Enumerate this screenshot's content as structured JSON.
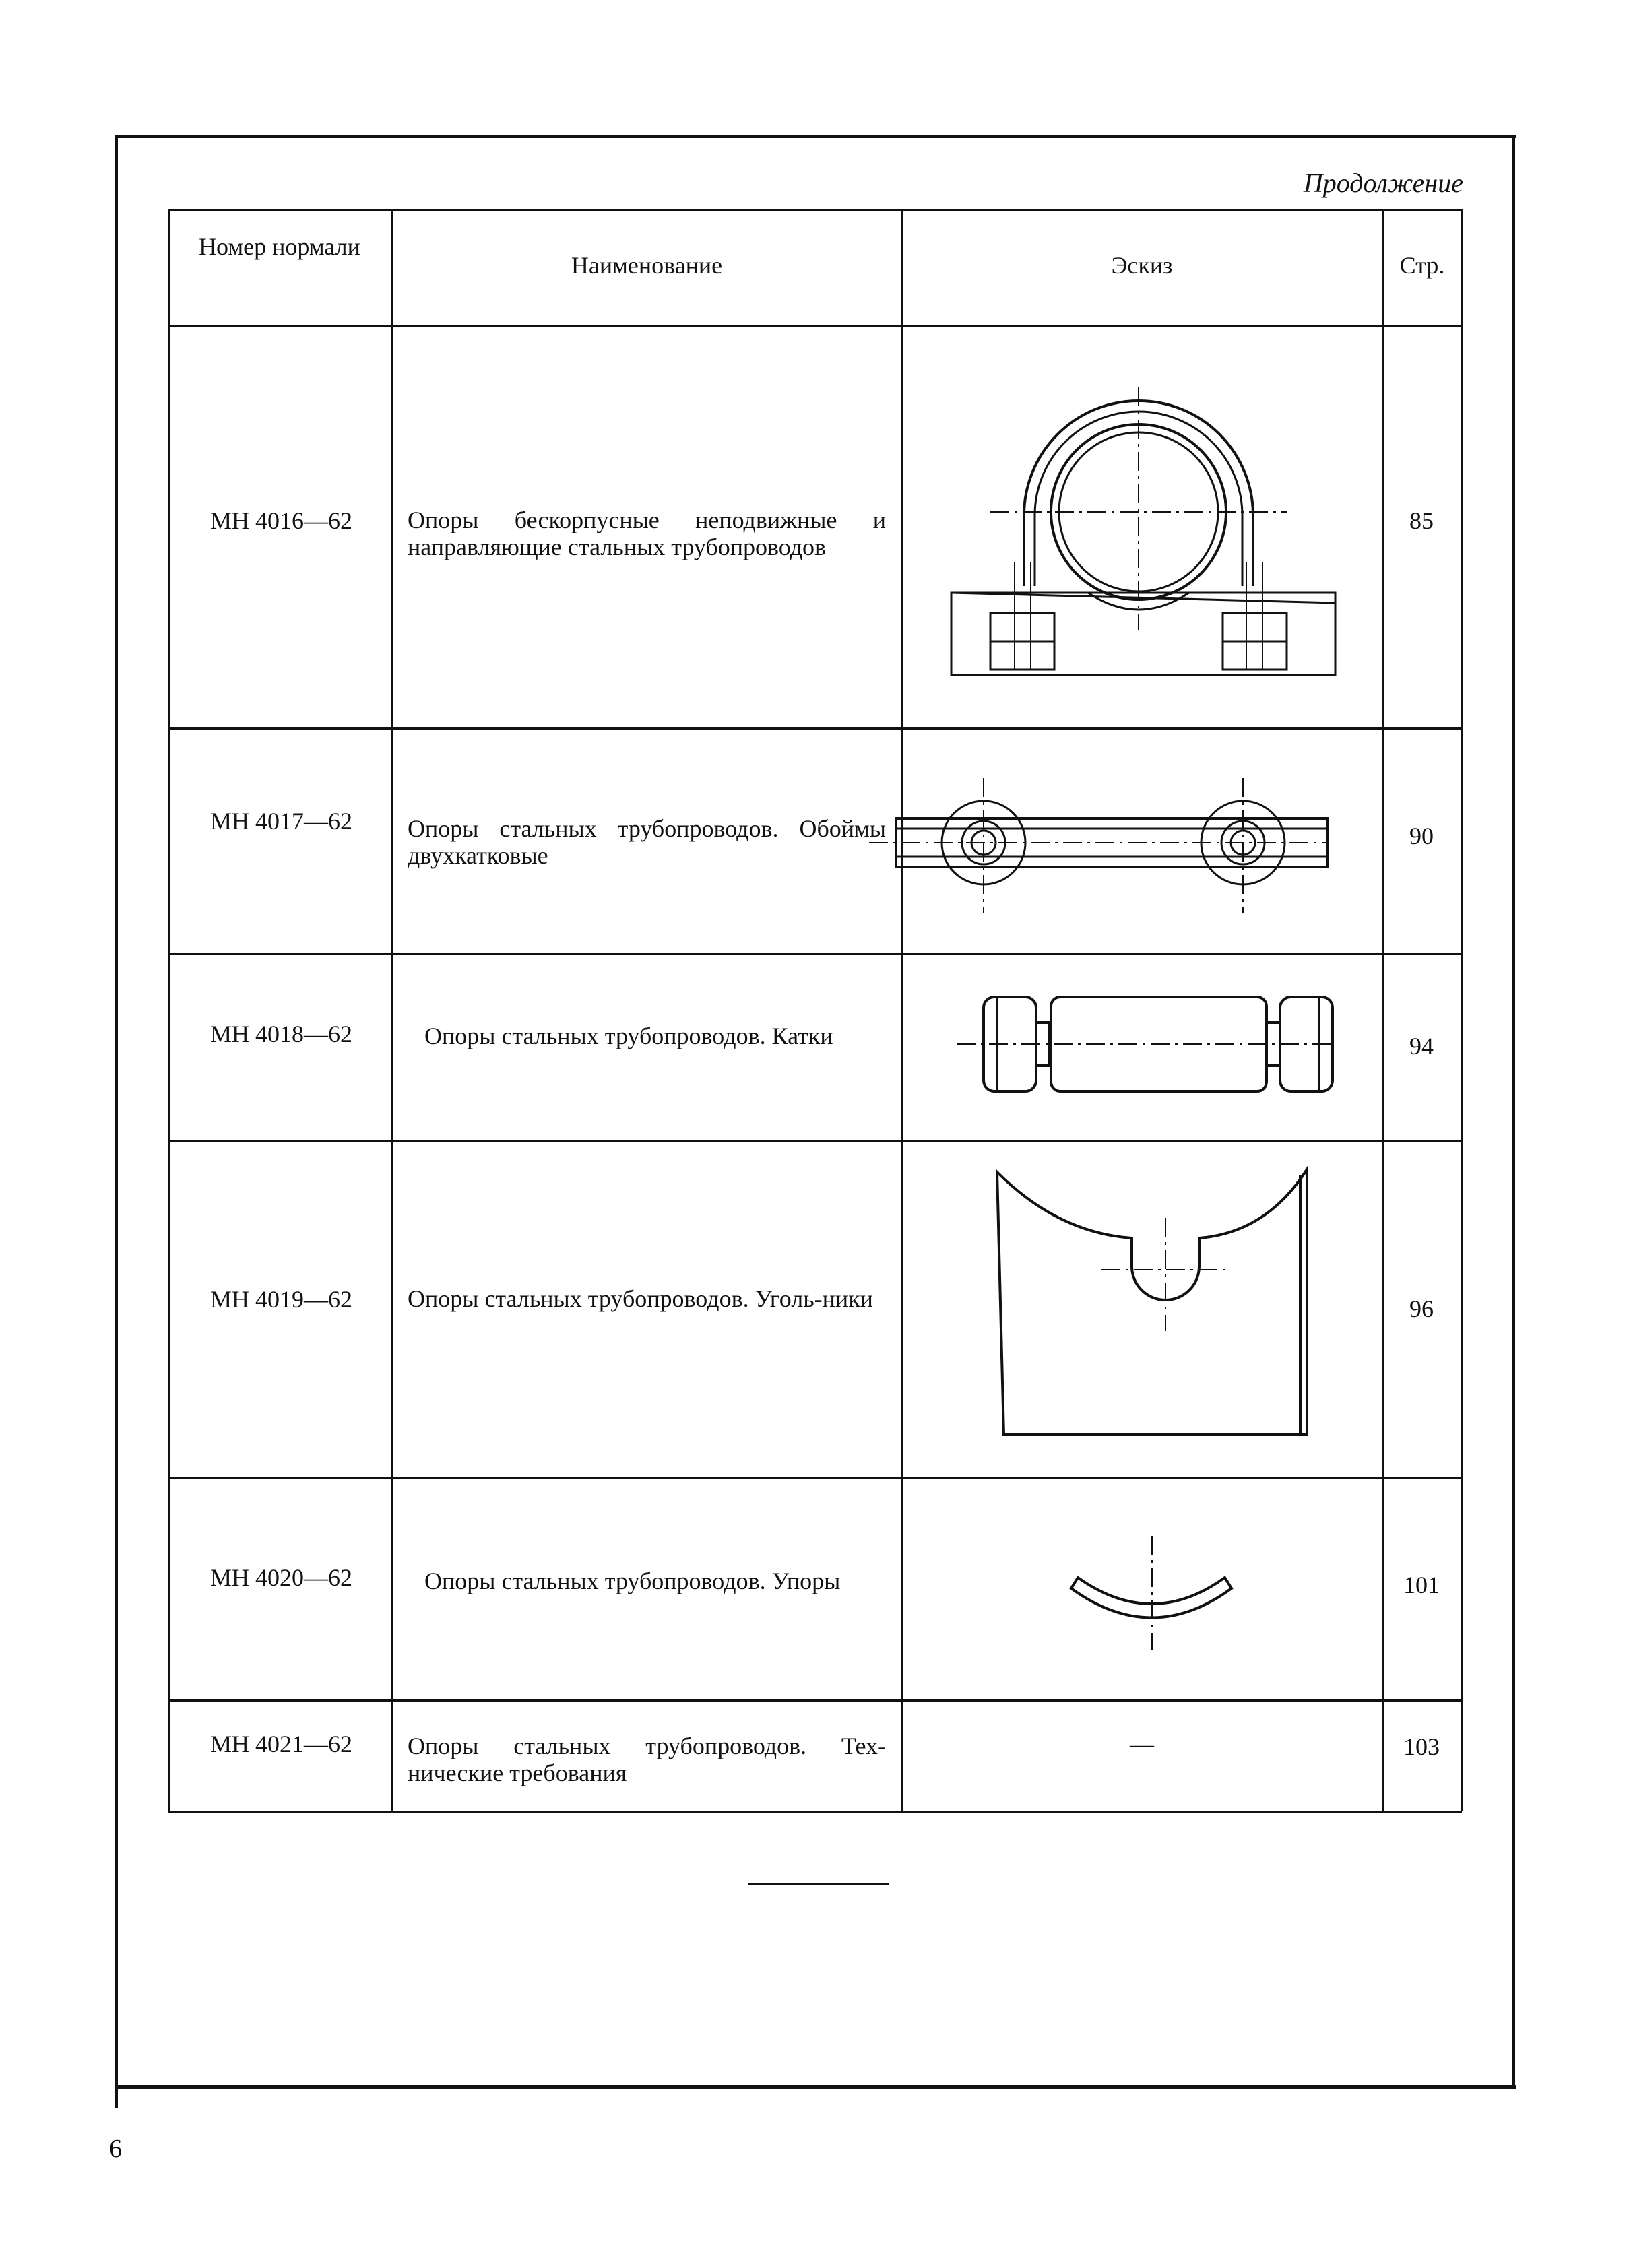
{
  "header": {
    "continuation": "Продолжение",
    "columns": {
      "number": "Номер нормали",
      "name": "Наименование",
      "sketch": "Эскиз",
      "page": "Стр."
    }
  },
  "rows": [
    {
      "number": "МН 4016—62",
      "name": "Опоры бескорпусные неподвижные и направляющие стальных трубопроводов",
      "sketch": "pipe-clamp-u-bolt",
      "page": "85"
    },
    {
      "number": "МН 4017—62",
      "name": "Опоры стальных трубопроводов. Обоймы двухкатковые",
      "sketch": "two-roller-cage",
      "page": "90"
    },
    {
      "number": "МН 4018—62",
      "name": "Опоры стальных трубопроводов. Катки",
      "sketch": "roller",
      "page": "94"
    },
    {
      "number": "МН 4019—62",
      "name": "Опоры стальных трубопроводов. Уголь-ники",
      "sketch": "angle-bracket",
      "page": "96"
    },
    {
      "number": "МН 4020—62",
      "name": "Опоры стальных трубопроводов. Упоры",
      "sketch": "arc-stop",
      "page": "101"
    },
    {
      "number": "МН 4021—62",
      "name": "Опоры стальных трубопроводов. Тех-нические требования",
      "sketch": "—",
      "page": "103"
    }
  ],
  "footer": {
    "page_number": "6"
  }
}
